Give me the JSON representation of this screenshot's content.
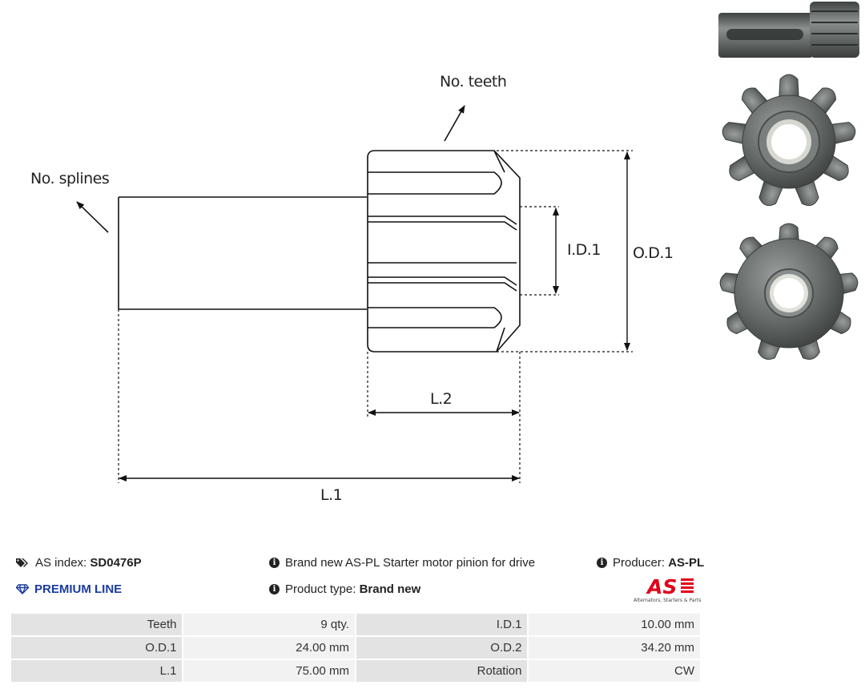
{
  "diagram": {
    "labels": {
      "teeth": "No. teeth",
      "splines": "No. splines",
      "id1": "I.D.1",
      "od1": "O.D.1",
      "l2": "L.2",
      "l1": "L.1"
    }
  },
  "info": {
    "as_index_label": "AS index:",
    "as_index_value": "SD0476P",
    "premium": "PREMIUM LINE",
    "description": "Brand new AS-PL Starter motor pinion for drive",
    "product_type_label": "Product type:",
    "product_type_value": "Brand new",
    "producer_label": "Producer:",
    "producer_value": "AS-PL"
  },
  "logo": {
    "mark": "AS",
    "tagline": "Alternators, Starters & Parts",
    "color": "#e2001a"
  },
  "specs": [
    {
      "label1": "Teeth",
      "value1": "9 qty.",
      "label2": "I.D.1",
      "value2": "10.00 mm"
    },
    {
      "label1": "O.D.1",
      "value1": "24.00 mm",
      "label2": "O.D.2",
      "value2": "34.20 mm"
    },
    {
      "label1": "L.1",
      "value1": "75.00 mm",
      "label2": "Rotation",
      "value2": "CW"
    }
  ],
  "colors": {
    "premium": "#1a3c9c",
    "label_cell": "#e3e3e3",
    "value_cell": "#f2f2f2",
    "metal": "#5f6462"
  },
  "icons": [
    "tags-icon",
    "gem-icon",
    "info-circle-icon"
  ]
}
